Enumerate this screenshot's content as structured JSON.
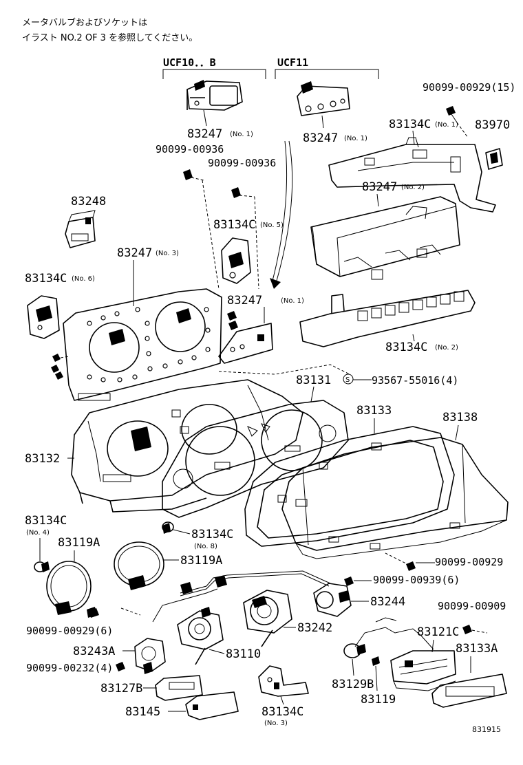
{
  "notes": {
    "line1": "メータバルブおよびソケットは",
    "line2": "イラスト NO.2 OF 3 を参照してください。"
  },
  "groups": {
    "ucf10": "UCF10．．B",
    "ucf11": "UCF11"
  },
  "labels": {
    "p83247_a": "83247",
    "p83247_a_sub": "(No. 1)",
    "p83247_b": "83247",
    "p83247_b_sub": "(No. 1)",
    "p90099_00929_top": "90099-00929(15)",
    "p83134c_no1": "83134C",
    "p83134c_no1_sub": "(No. 1)",
    "p83970": "83970",
    "p90099_00936_a": "90099-00936",
    "p90099_00936_b": "90099-00936",
    "p83247_no2": "83247",
    "p83247_no2_sub": "(No. 2)",
    "p83248": "83248",
    "p83134c_no5": "83134C",
    "p83134c_no5_sub": "(No. 5)",
    "p83247_no3": "83247",
    "p83247_no3_sub": "(No. 3)",
    "p83134c_no6": "83134C",
    "p83134c_no6_sub": "(No. 6)",
    "p83247_c": "83247",
    "p83247_c_sub": "(No. 1)",
    "p83134c_no2": "83134C",
    "p83134c_no2_sub": "(No. 2)",
    "p83131": "83131",
    "p93567": "93567-55016(4)",
    "p83133": "83133",
    "p83138": "83138",
    "p83132": "83132",
    "p83134c_no4": "83134C",
    "p83134c_no4_sub": "(No. 4)",
    "p83119a_a": "83119A",
    "p83134c_no8": "83134C",
    "p83134c_no8_sub": "(No. 8)",
    "p83119a_b": "83119A",
    "p90099_00929_mid": "90099-00929",
    "p90099_00939": "90099-00939(6)",
    "p83244": "83244",
    "p90099_00909": "90099-00909",
    "p90099_00929_low": "90099-00929(6)",
    "p83242": "83242",
    "p83121c": "83121C",
    "p83243a": "83243A",
    "p83110": "83110",
    "p83133a": "83133A",
    "p90099_00232": "90099-00232(4)",
    "p83127b": "83127B",
    "p83129b": "83129B",
    "p83119": "83119",
    "p83145": "83145",
    "p83134c_no3": "83134C",
    "p83134c_no3_sub": "(No. 3)"
  },
  "figure_number": "831915"
}
